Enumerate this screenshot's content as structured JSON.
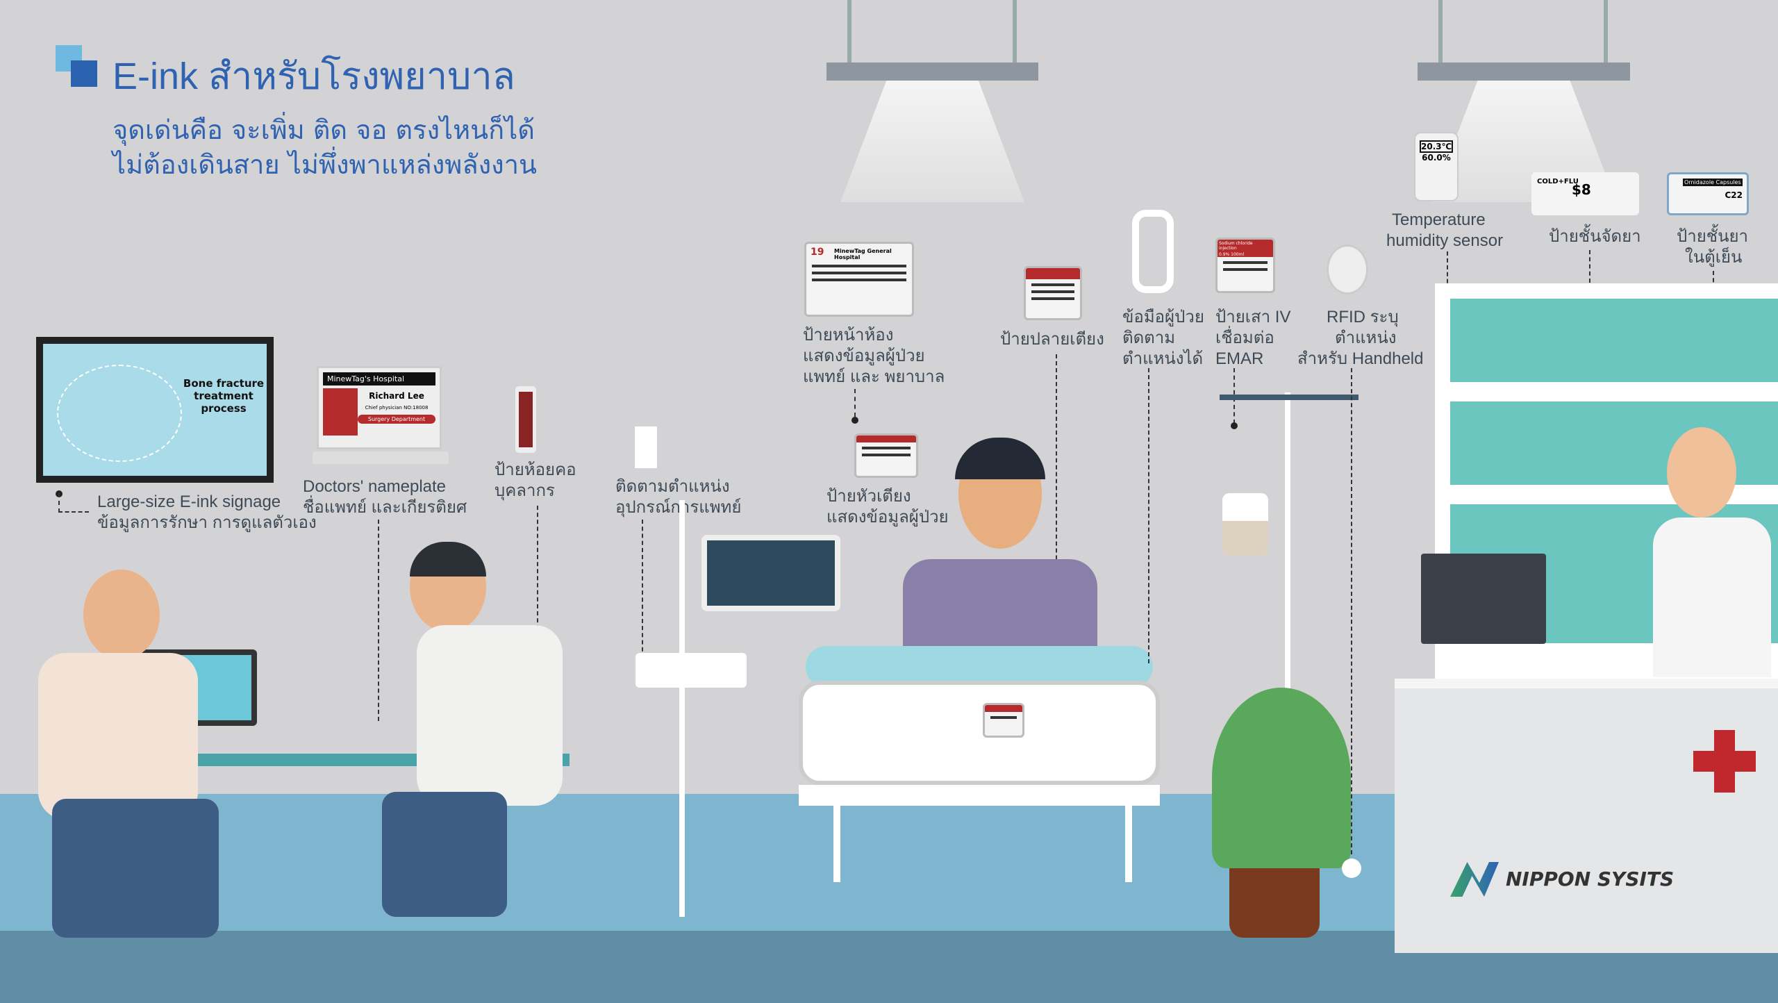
{
  "header": {
    "title": "E-ink สำหรับโรงพยาบาล",
    "subtitle_lines": [
      "จุดเด่นคือ จะเพิ่ม ติด จอ ตรงไหนก็ได้",
      "ไม่ต้องเดินสาย ไม่พึ่งพาแหล่งพลังงาน"
    ]
  },
  "signage": {
    "screen_title": "Bone fracture treatment process",
    "label_en": "Large-size E-ink signage",
    "label_th": "ข้อมูลการรักษา การดูแลตัวเอง"
  },
  "nameplate": {
    "hospital": "MinewTag's Hospital",
    "name": "Richard Lee",
    "role": "Chief physician  NO:18008",
    "department": "Surgery Department",
    "label_en": "Doctors' nameplate",
    "label_th": "ชื่อแพทย์ และเกียรติยศ"
  },
  "badge": {
    "label": [
      "ป้ายห้อยคอ",
      "บุคลากร"
    ]
  },
  "equipment": {
    "label": [
      "ติดตามตำแหน่ง",
      "อุปกรณ์การแพทย์"
    ]
  },
  "door_sign": {
    "hospital": "MinewTag General Hospital",
    "room": "19",
    "label": [
      "ป้ายหน้าห้อง",
      "แสดงข้อมูลผู้ป่วย",
      "แพทย์ และ พยาบาล"
    ]
  },
  "bed_head": {
    "label": [
      "ป้ายหัวเตียง",
      "แสดงข้อมูลผู้ป่วย"
    ]
  },
  "bed_foot": {
    "label": "ป้ายปลายเตียง"
  },
  "wristband": {
    "label": [
      "ข้อมือผู้ป่วย",
      "ติดตาม",
      "ตำแหน่งได้"
    ]
  },
  "iv_tag": {
    "drug": "Sodium chloride injection",
    "dose": "0.9% 100ml",
    "label": [
      "ป้ายเสา IV",
      "เชื่อมต่อ",
      "EMAR"
    ]
  },
  "rfid": {
    "label": [
      "RFID ระบุ",
      "ตำแหน่ง",
      "สำหรับ Handheld"
    ]
  },
  "sensor": {
    "temp": "20.3℃",
    "humidity": "60.0%",
    "label": [
      "Temperature",
      "humidity sensor"
    ]
  },
  "shelf_tag": {
    "product": "COLD+FLU",
    "price": "$8",
    "label": "ป้ายชั้นจัดยา"
  },
  "fridge_tag": {
    "product": "Ornidazole Capsules",
    "code": "C22",
    "label": [
      "ป้ายชั้นยา",
      "ในตู้เย็น"
    ]
  },
  "brand": {
    "name": "NIPPON SYSITS"
  },
  "colors": {
    "title": "#2f62b0",
    "background": "#d3d3d5",
    "floor": "#7fb6cf",
    "accent_red": "#b52a2a",
    "teal": "#6cc6c0"
  }
}
